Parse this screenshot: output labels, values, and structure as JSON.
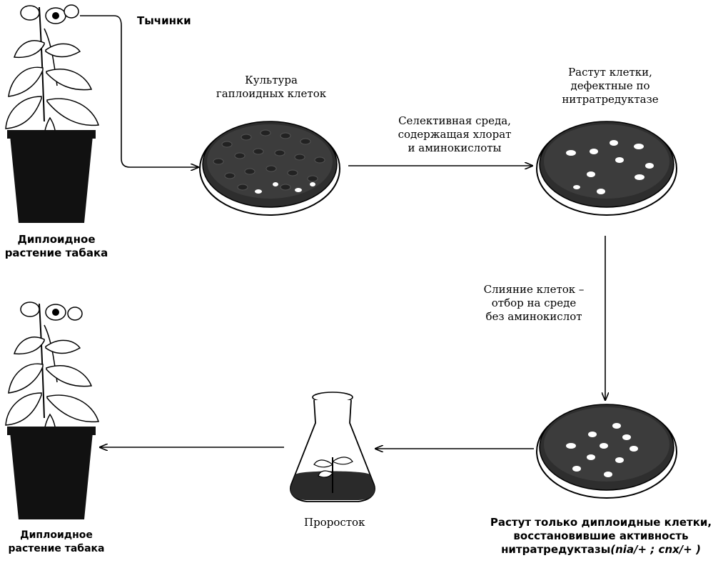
{
  "labels": {
    "stamens": "Тычинки",
    "culture": [
      "Культура",
      "гаплоидных клеток"
    ],
    "selective": [
      "Селективная среда,",
      "содержащая хлорат",
      "и аминокислоты"
    ],
    "defective": [
      "Растут клетки,",
      "дефектные по",
      "нитратредуктазе"
    ],
    "fusion": [
      "Слияние клеток –",
      "отбор на среде",
      "без аминокислот"
    ],
    "diploid_grow": [
      "Растут только диплоидные клетки,",
      "восстановившие активность"
    ],
    "diploid_grow_last_prefix": "нитратредуктазы",
    "genotype": "(nia/+ ; cnx/+ )",
    "plant_top": [
      "Диплоидное",
      "растение табака"
    ],
    "plant_bottom": [
      "Диплоидное",
      "растение табака"
    ],
    "seedling": "Проросток"
  },
  "colors": {
    "ink": "#000000",
    "dish_fill": "#2a2a2a",
    "medium_fill": "#3c3c3c",
    "colony": "#ffffff"
  }
}
